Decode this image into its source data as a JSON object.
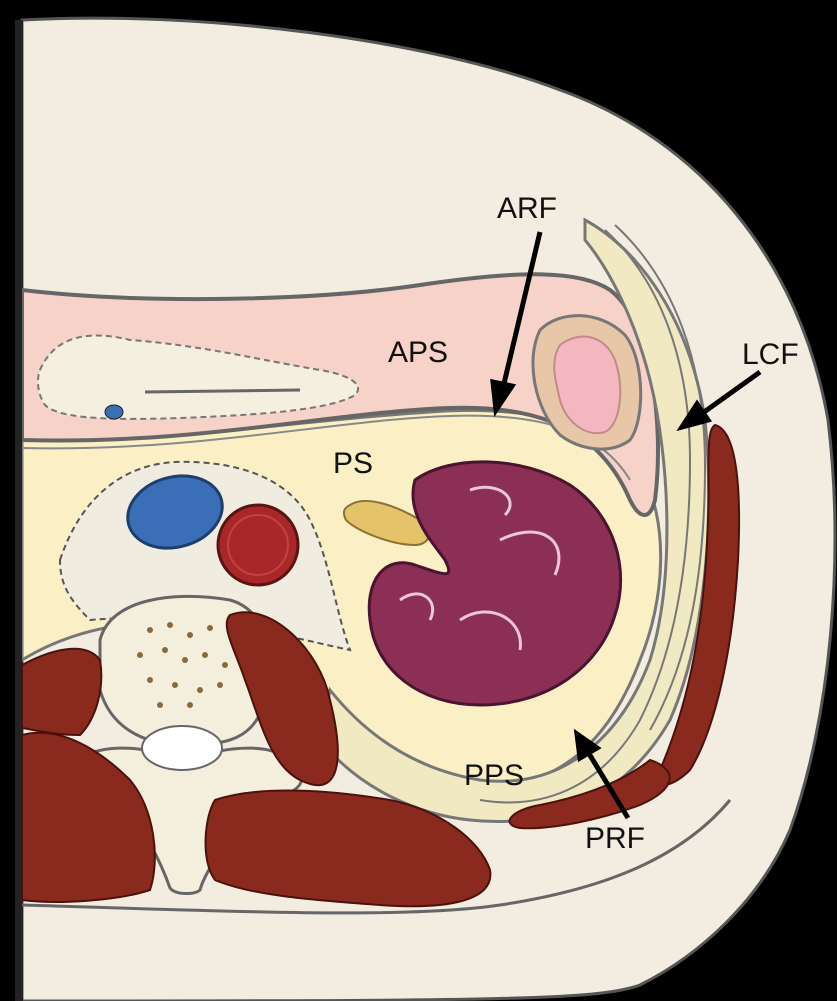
{
  "figure": {
    "labels": {
      "arf": "ARF",
      "aps": "APS",
      "lcf": "LCF",
      "ps": "PS",
      "pps": "PPS",
      "prf": "PRF"
    }
  },
  "colors": {
    "background": "#000000",
    "skin": "#f2ede0",
    "anterior_pararenal_space": "#f7d2c8",
    "perirenal_space": "#fbefc6",
    "posterior_pararenal_fat": "#f1e9c2",
    "kidney": "#8b2f55",
    "vein": "#3a6fb8",
    "artery": "#a8282a",
    "muscle": "#8a2a1e",
    "bone": "#f4efdc",
    "ureter": "#e4c36a"
  }
}
